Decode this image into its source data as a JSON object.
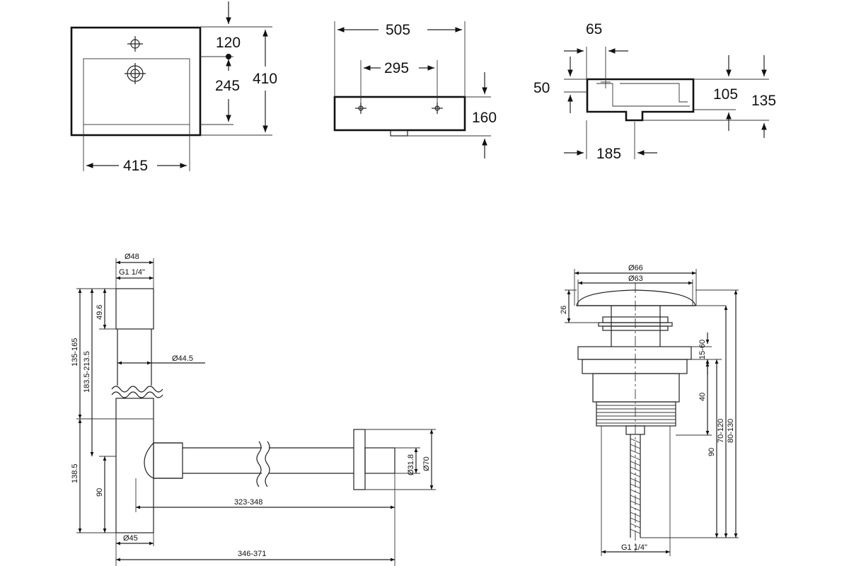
{
  "basin_top": {
    "w415": "415",
    "h120": "120",
    "h245": "245",
    "h410": "410"
  },
  "basin_front": {
    "w505": "505",
    "w295": "295",
    "h160": "160"
  },
  "basin_side": {
    "w65": "65",
    "h50": "50",
    "w185": "185",
    "h105": "105",
    "h135": "135"
  },
  "siphon": {
    "d48": "Ø48",
    "g1": "G1 1/4\"",
    "h49_6": "49.6",
    "h135_165": "135-165",
    "h183": "183.5-213.5",
    "d44_5": "Ø44.5",
    "h138_5": "138.5",
    "h90": "90",
    "w323": "323-348",
    "w346": "346-371",
    "d45": "Ø45",
    "d31_8": "Ø31.8",
    "d70": "Ø70"
  },
  "drain": {
    "d66": "Ø66",
    "d63": "Ø63",
    "h26": "26",
    "h15_60": "15-60",
    "h40": "40",
    "h70_120": "70-120",
    "h80_130": "80-130",
    "h90": "90",
    "g1": "G1 1/4\""
  }
}
